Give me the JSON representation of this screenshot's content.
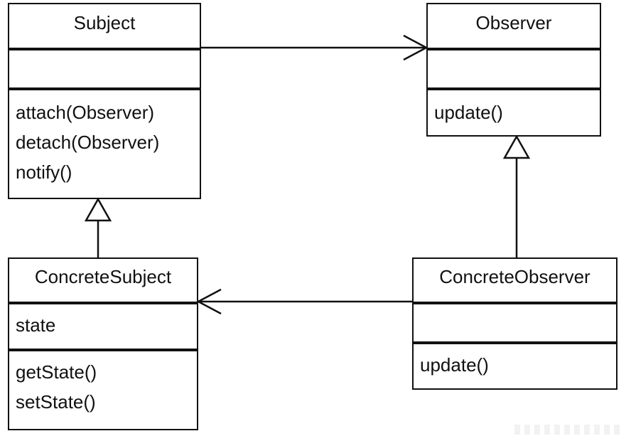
{
  "classes": {
    "subject": {
      "name": "Subject",
      "attributes": [],
      "operations": [
        "attach(Observer)",
        "detach(Observer)",
        "notify()"
      ]
    },
    "observer": {
      "name": "Observer",
      "attributes": [],
      "operations": [
        "update()"
      ]
    },
    "concrete_subject": {
      "name": "ConcreteSubject",
      "attributes": [
        "state"
      ],
      "operations": [
        "getState()",
        "setState()"
      ]
    },
    "concrete_observer": {
      "name": "ConcreteObserver",
      "attributes": [],
      "operations": [
        "update()"
      ]
    }
  },
  "relationships": [
    {
      "from": "Subject",
      "to": "Observer",
      "kind": "association"
    },
    {
      "from": "ConcreteSubject",
      "to": "Subject",
      "kind": "generalization"
    },
    {
      "from": "ConcreteObserver",
      "to": "Observer",
      "kind": "generalization"
    },
    {
      "from": "ConcreteObserver",
      "to": "ConcreteSubject",
      "kind": "association"
    }
  ],
  "colors": {
    "line": "#111111",
    "background": "#ffffff"
  }
}
